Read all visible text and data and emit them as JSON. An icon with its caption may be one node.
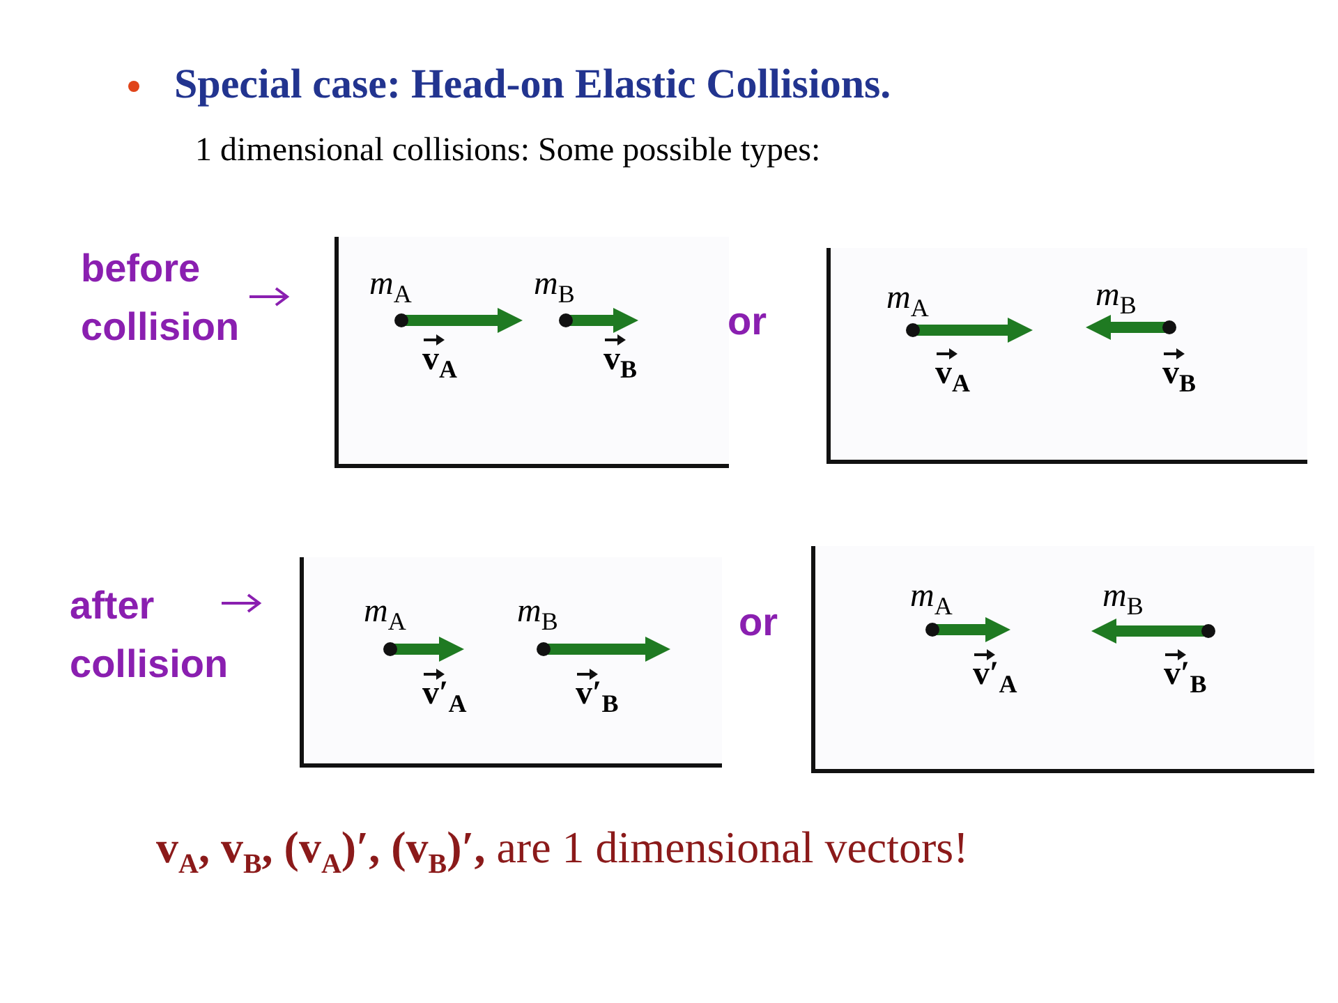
{
  "diagram": {
    "title": "Special case: Head-on Elastic Collisions.",
    "nodes": [
      {
        "text": [
          "*m*$_{A}$",
          "v$_{A}$",
          "*m*$_{B}$",
          "v$_{B}$"
        ]
      },
      {
        "text": [
          "*m*$_{A}$",
          "v$_{A}$",
          "*m*$_{B}$",
          "v$_{B}$"
        ]
      },
      {
        "text": [
          "*m*$_{A}$",
          "v′$_{A}$",
          "*m*$_{B}$",
          "v′$_{B}$"
        ]
      },
      {
        "text": [
          "*m*$_{A}$",
          "v′$_{A}$",
          "*m*$_{B}$",
          "v′$_{B}$"
        ]
      }
    ],
    "labels": [
      "1 dimensional collisions: Some possible types:",
      "before collision",
      "or",
      "after collision",
      "or",
      "**v**$_{A}$**, v**$_{B}$**, (v**$_{A}$**)′, (v**$_{B}$**)′,** are 1 dimensional vectors!"
    ]
  }
}
